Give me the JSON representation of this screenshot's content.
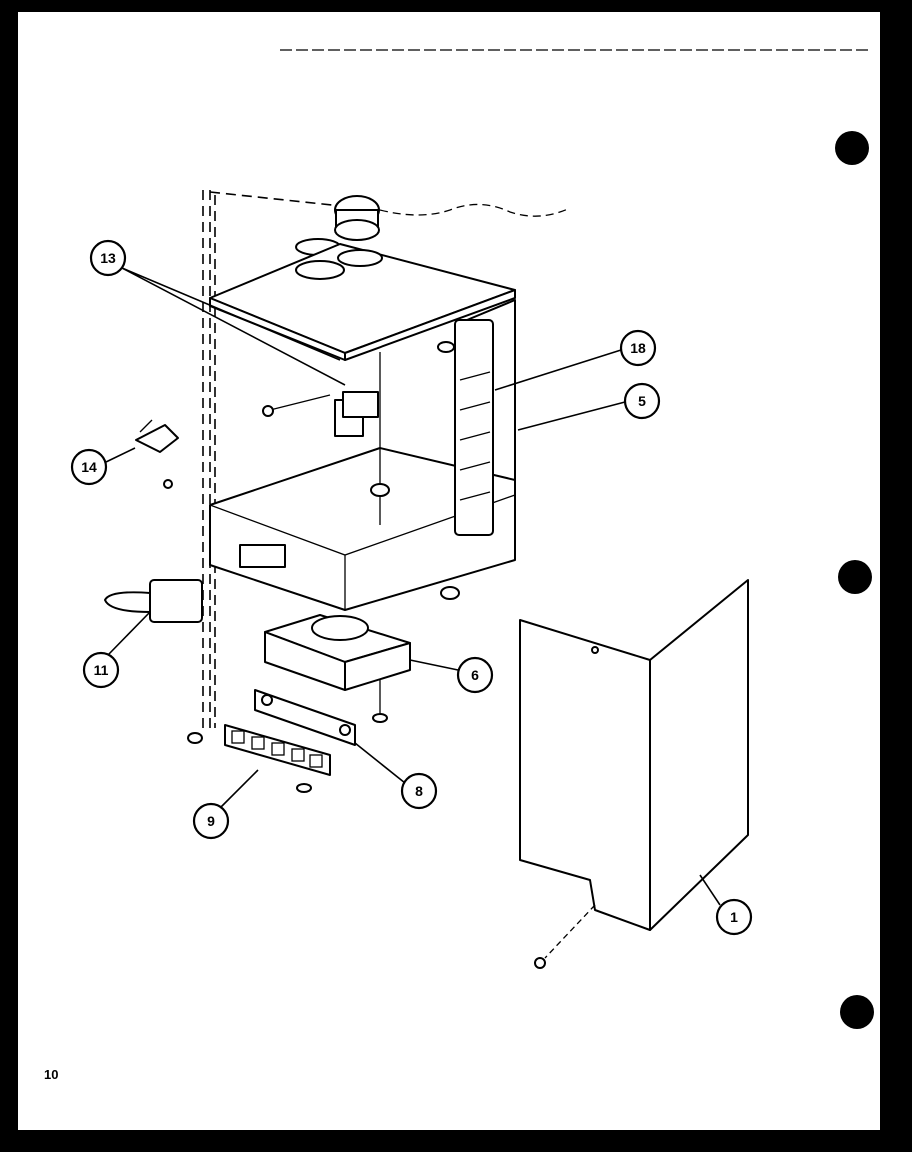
{
  "page": {
    "number": "10"
  },
  "callouts": [
    {
      "id": "13",
      "label": "13"
    },
    {
      "id": "18",
      "label": "18"
    },
    {
      "id": "5",
      "label": "5"
    },
    {
      "id": "14",
      "label": "14"
    },
    {
      "id": "11",
      "label": "11"
    },
    {
      "id": "6",
      "label": "6"
    },
    {
      "id": "8",
      "label": "8"
    },
    {
      "id": "9",
      "label": "9"
    },
    {
      "id": "1",
      "label": "1"
    }
  ]
}
